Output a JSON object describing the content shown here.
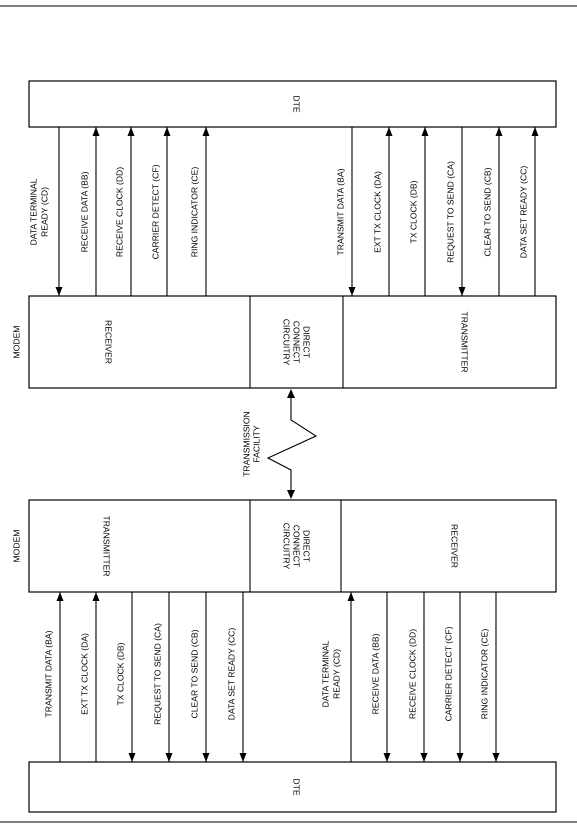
{
  "diagram": {
    "top_dte": "DTE",
    "bottom_dte": "DTE",
    "modem_label_top": "MODEM",
    "modem_label_bottom": "MODEM",
    "top_modem": {
      "receiver": "RECEIVER",
      "direct_line1": "DIRECT",
      "direct_line2": "CONNECT",
      "direct_line3": "CIRCUITRY",
      "transmitter": "TRANSMITTER"
    },
    "bottom_modem": {
      "transmitter": "TRANSMITTER",
      "direct_line1": "DIRECT",
      "direct_line2": "CONNECT",
      "direct_line3": "CIRCUITRY",
      "receiver": "RECEIVER"
    },
    "transmission_line1": "TRANSMISSION",
    "transmission_line2": "FACILITY",
    "top_signals": [
      {
        "label": "DATA TERMINAL",
        "label2": "READY (CD)"
      },
      {
        "label": "RECEIVE DATA (BB)",
        "label2": ""
      },
      {
        "label": "RECEIVE CLOCK (DD)",
        "label2": ""
      },
      {
        "label": "CARRIER DETECT (CF)",
        "label2": ""
      },
      {
        "label": "RING INDICATOR (CE)",
        "label2": ""
      },
      {
        "label": "TRANSMIT DATA (BA)",
        "label2": ""
      },
      {
        "label": "EXT TX CLOCK (DA)",
        "label2": ""
      },
      {
        "label": "TX CLOCK (DB)",
        "label2": ""
      },
      {
        "label": "REQUEST TO SEND (CA)",
        "label2": ""
      },
      {
        "label": "CLEAR TO SEND (CB)",
        "label2": ""
      },
      {
        "label": "DATA SET READY (CC)",
        "label2": ""
      }
    ],
    "bottom_signals": [
      {
        "label": "TRANSMIT DATA (BA)",
        "label2": ""
      },
      {
        "label": "EXT TX CLOCK (DA)",
        "label2": ""
      },
      {
        "label": "TX CLOCK (DB)",
        "label2": ""
      },
      {
        "label": "REQUEST TO SEND (CA)",
        "label2": ""
      },
      {
        "label": "CLEAR TO SEND (CB)",
        "label2": ""
      },
      {
        "label": "DATA SET READY (CC)",
        "label2": ""
      },
      {
        "label": "DATA TERMINAL",
        "label2": "READY (CD)"
      },
      {
        "label": "RECEIVE DATA (BB)",
        "label2": ""
      },
      {
        "label": "RECEIVE CLOCK (DD)",
        "label2": ""
      },
      {
        "label": "CARRIER DETECT (CF)",
        "label2": ""
      },
      {
        "label": "RING INDICATOR (CE)",
        "label2": ""
      }
    ]
  }
}
